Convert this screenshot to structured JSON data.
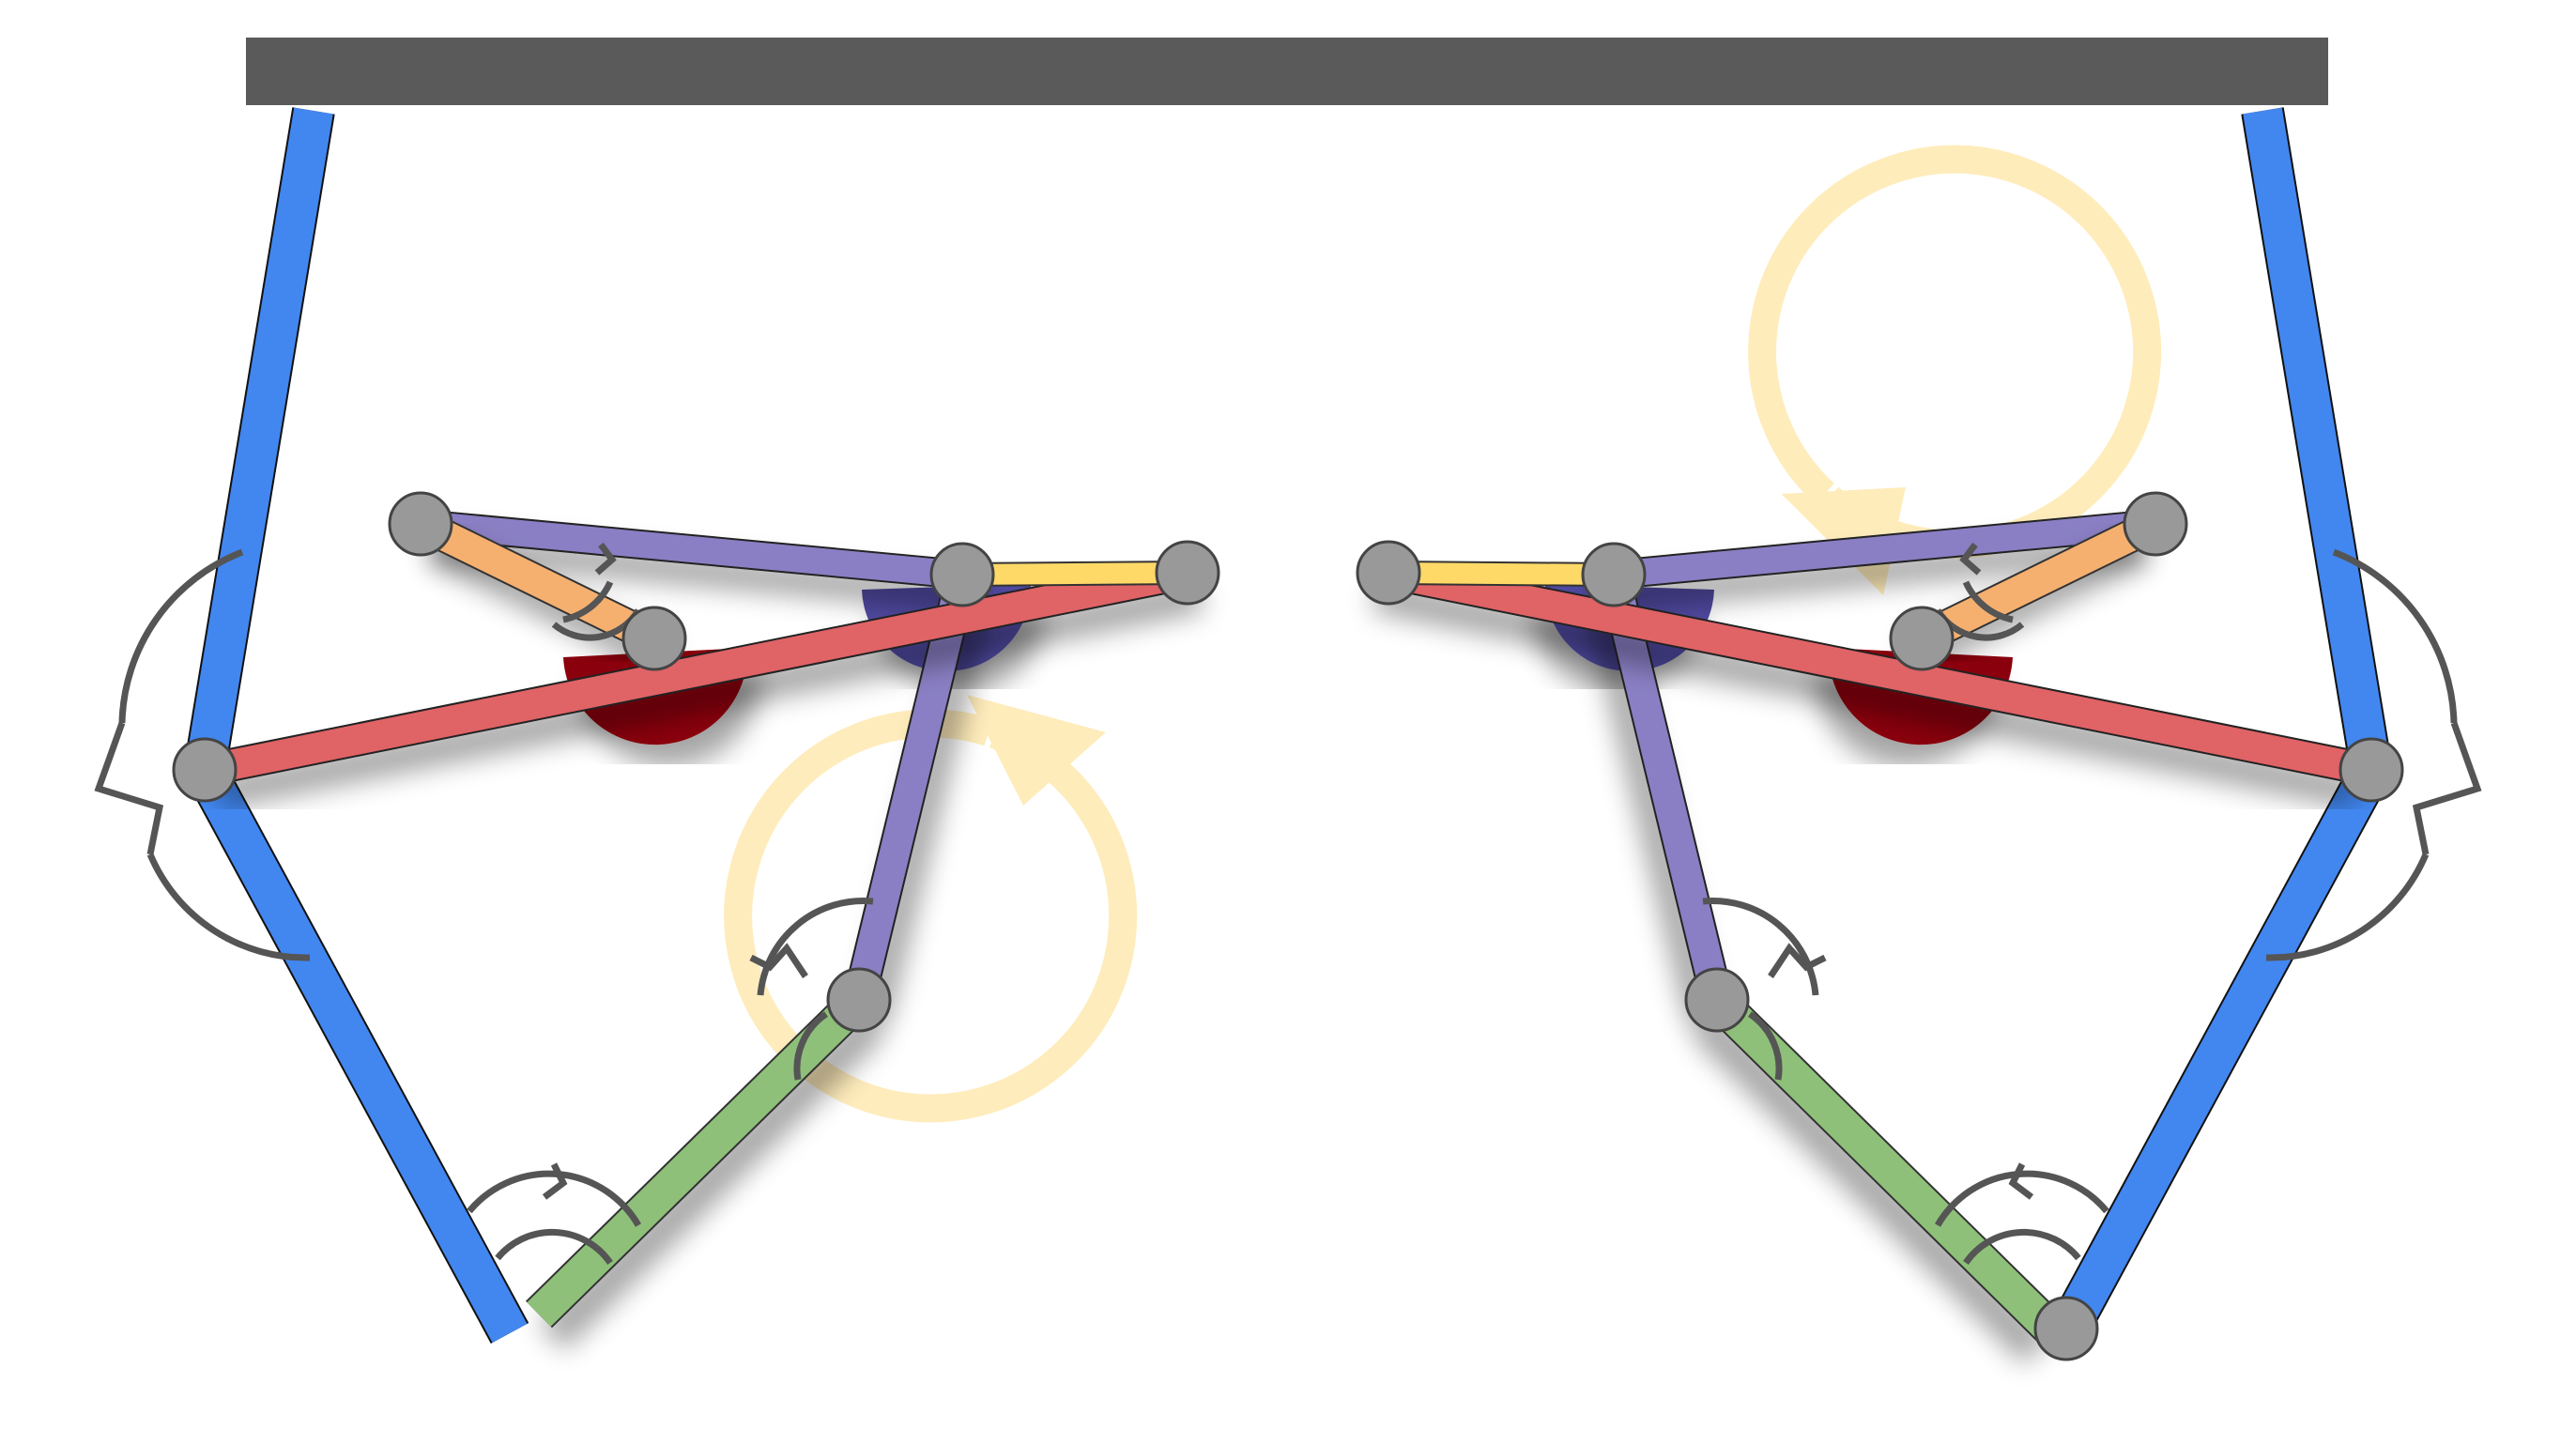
{
  "diagram": {
    "colors": {
      "background": "#ffffff",
      "ceiling": "#5a5a5a",
      "blue_link": "#4287f0",
      "red_link": "#e06366",
      "purple_link": "#8a7fc4",
      "orange_link": "#f5b070",
      "yellow_link": "#ffd968",
      "green_link": "#8fc07a",
      "joint": "#999999",
      "spring": "#555555",
      "crank_body_dark_red": "#8b0008",
      "crank_body_dark_purple": "#4f4aa0",
      "rotation_arrow": "#ffe9b0"
    },
    "icons": {
      "joint": "pin-joint-icon",
      "spring": "torsion-spring-icon",
      "rotation": "rotation-arrow-icon"
    },
    "mechanisms": [
      {
        "name": "left-mechanism",
        "rotation_direction": "clockwise"
      },
      {
        "name": "right-mechanism",
        "rotation_direction": "counterclockwise"
      }
    ]
  }
}
